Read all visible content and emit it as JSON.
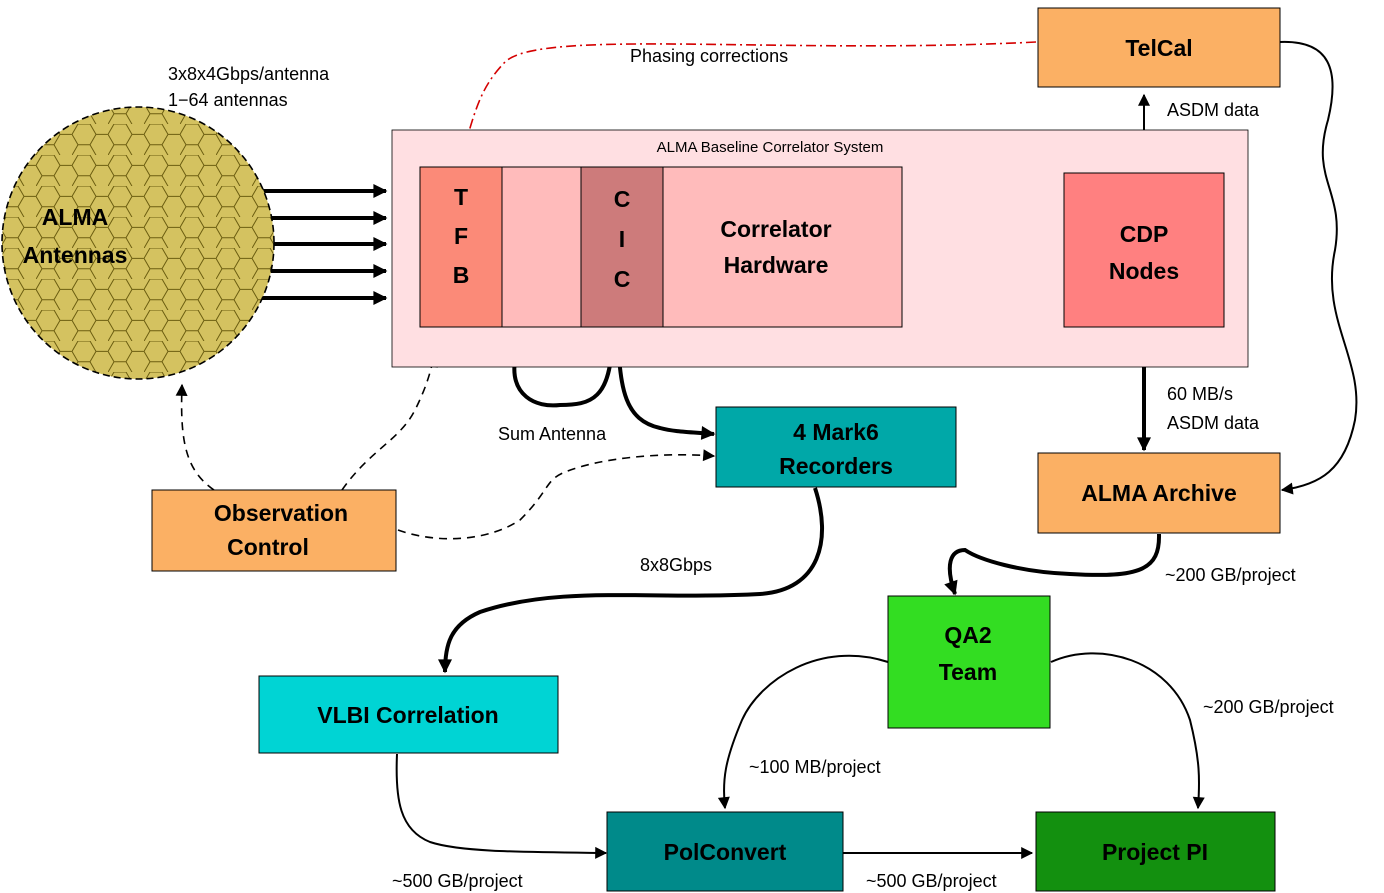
{
  "colors": {
    "orange": "#fbb064",
    "correlator_bg": "#ffdfe2",
    "tfb": "#fb8a78",
    "cic": "#cd7b7b",
    "hardware": "#ffbbbb",
    "cdp": "#ff8080",
    "teal_dark": "#00a8a8",
    "teal_light": "#00d4d4",
    "green_light": "#33dd22",
    "green_dark": "#13900f",
    "teal_polconvert": "#008a8a",
    "antenna_fill": "#d4c260",
    "phasing_line": "#d40000"
  },
  "nodes": {
    "telcal": "TelCal",
    "correlator_system": "ALMA Baseline Correlator System",
    "tfb_t": "T",
    "tfb_f": "F",
    "tfb_b": "B",
    "cic_c1": "C",
    "cic_i": "I",
    "cic_c2": "C",
    "hardware_line1": "Correlator",
    "hardware_line2": "Hardware",
    "cdp_line1": "CDP",
    "cdp_line2": "Nodes",
    "antennas_line1": "ALMA",
    "antennas_line2": "Antennas",
    "recorders_line1": "4 Mark6",
    "recorders_line2": "Recorders",
    "archive": "ALMA Archive",
    "obs_line1": "Observation",
    "obs_line2": "Control",
    "qa2_line1": "QA2",
    "qa2_line2": "Team",
    "vlbi": "VLBI Correlation",
    "polconvert": "PolConvert",
    "pi": "Project PI"
  },
  "edge_labels": {
    "phasing": "Phasing corrections",
    "antenna_rate": "3x8x4Gbps/antenna",
    "antenna_count": "1−64 antennas",
    "asdm_top": "ASDM data",
    "rate_60": "60 MB/s",
    "asdm_mid": "ASDM data",
    "sum_antenna": "Sum Antenna",
    "gbps": "8x8Gbps",
    "archive_qa2": "~200 GB/project",
    "qa2_pi": "~200 GB/project",
    "qa2_polconvert": "~100 MB/project",
    "vlbi_polconvert": "~500 GB/project",
    "polconvert_pi": "~500 GB/project"
  }
}
